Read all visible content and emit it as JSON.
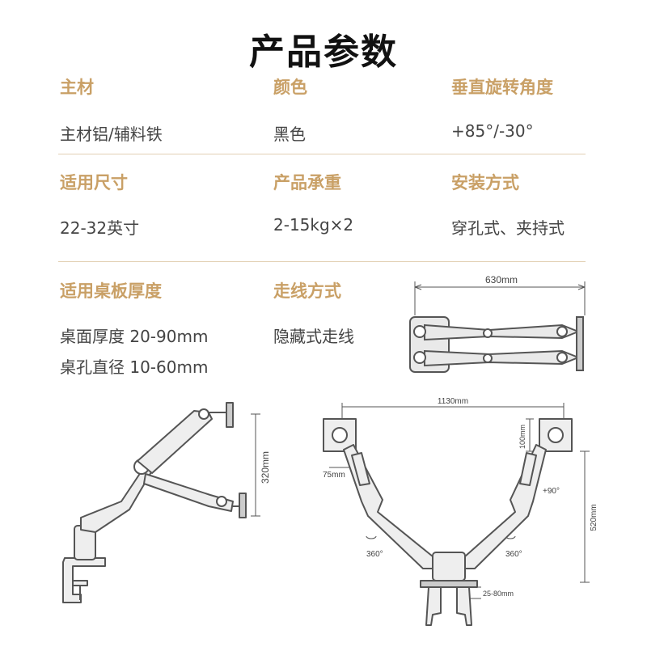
{
  "title": "产品参数",
  "specs": [
    {
      "label": "主材",
      "value": "主材铝/辅料铁"
    },
    {
      "label": "颜色",
      "value": "黑色"
    },
    {
      "label": "垂直旋转角度",
      "value": "+85°/-30°"
    },
    {
      "label": "适用尺寸",
      "value": "22-32英寸"
    },
    {
      "label": "产品承重",
      "value": "2-15kg×2"
    },
    {
      "label": "安装方式",
      "value": "穿孔式、夹持式"
    },
    {
      "label": "适用桌板厚度",
      "value": "桌面厚度 20-90mm",
      "value2": "桌孔直径 10-60mm"
    },
    {
      "label": "走线方式",
      "value": "隐藏式走线"
    }
  ],
  "dimensions": {
    "top_width": "630mm",
    "side_height": "320mm",
    "front_width": "1130mm",
    "vesa_h": "100mm",
    "vesa_w": "75mm",
    "tilt": "+90°",
    "rotate_left": "360°",
    "rotate_right": "360°",
    "front_height": "520mm",
    "desk_thickness": "25-80mm"
  },
  "colors": {
    "label": "#c9a066",
    "rule": "#e2d0b4",
    "line": "#555555"
  }
}
